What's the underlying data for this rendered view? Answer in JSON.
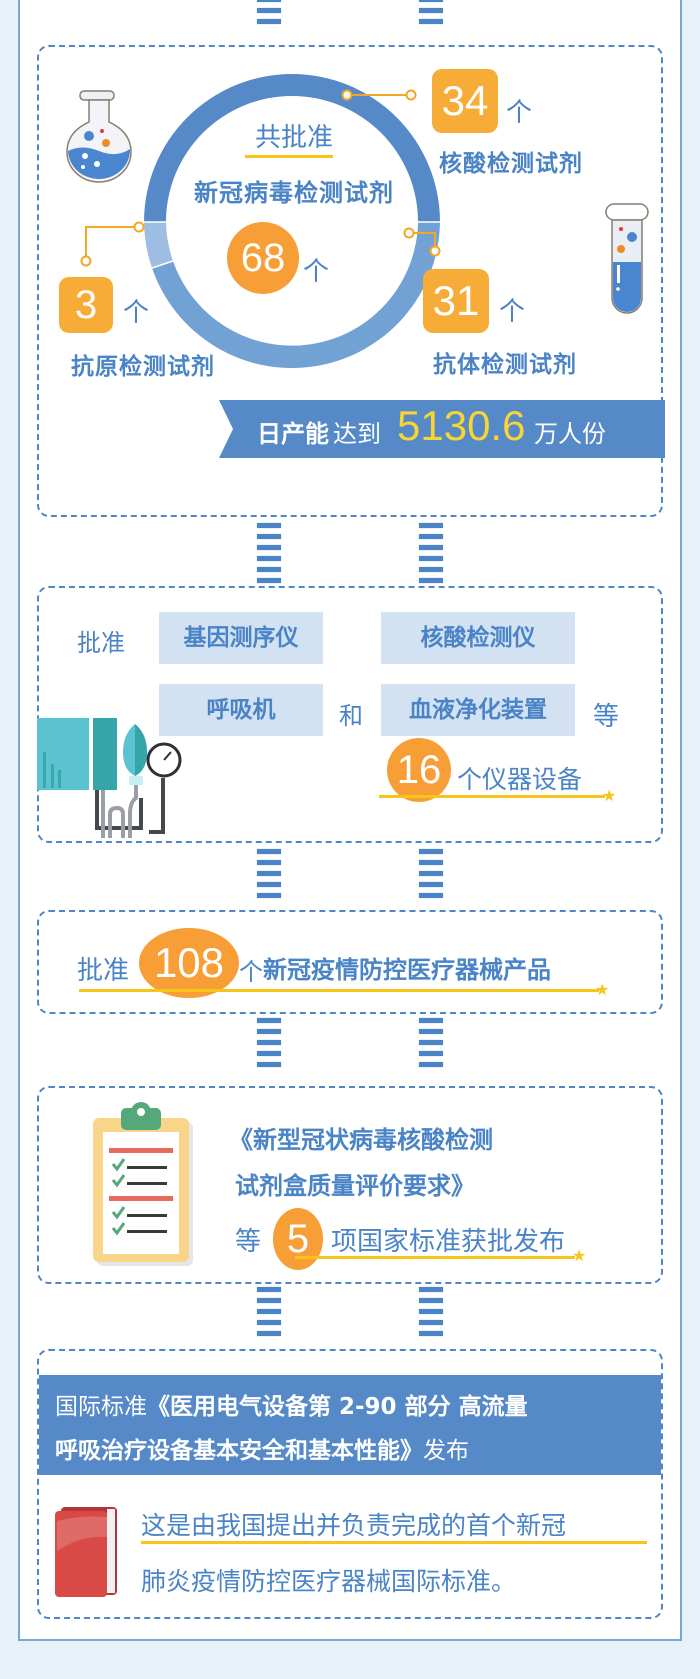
{
  "colors": {
    "background": "#e8f0f9",
    "primary_blue": "#4a84c6",
    "ring_dark": "#5589c8",
    "ring_light": "#72a2d3",
    "ring_pale": "#9dbde2",
    "orange": "#f8ac38",
    "orange_circle": "#f79e36",
    "yellow_accent": "#f5c518",
    "pill_bg": "#d3e2f2"
  },
  "section1": {
    "center": {
      "heading": "共批准",
      "title": "新冠病毒检测试剂",
      "total": "68",
      "unit": "个"
    },
    "items": [
      {
        "value": "34",
        "unit": "个",
        "label": "核酸检测试剂"
      },
      {
        "value": "3",
        "unit": "个",
        "label": "抗原检测试剂"
      },
      {
        "value": "31",
        "unit": "个",
        "label": "抗体检测试剂"
      }
    ],
    "banner": {
      "prefix_bold": "日产能",
      "prefix": "达到",
      "value": "5130.6",
      "suffix": "万人份"
    },
    "icons": {
      "flask": "flask-icon",
      "test_tube": "test-tube-icon"
    }
  },
  "section2": {
    "prefix": "批准",
    "devices": [
      "基因测序仪",
      "核酸检测仪",
      "呼吸机",
      "血液净化装置"
    ],
    "conjunction": "和",
    "suffix": "等",
    "count": "16",
    "count_label": "个仪器设备",
    "icon": "blood-pressure-monitor-icon"
  },
  "section3": {
    "prefix": "批准",
    "count": "108",
    "label_unit": "个",
    "label": "新冠疫情防控医疗器械产品"
  },
  "section4": {
    "title_line1": "《新型冠状病毒核酸检测",
    "title_line2": "试剂盒质量评价要求》",
    "prefix": "等",
    "count": "5",
    "suffix": "项国家标准获批发布",
    "icon": "clipboard-checklist-icon"
  },
  "section5": {
    "banner_line1_plain": "国际标准",
    "banner_line1_bold": "《医用电气设备第 2-90 部分 高流量",
    "banner_line2_bold": "呼吸治疗设备基本安全和基本性能》",
    "banner_line2_plain": "发布",
    "note_line1": "这是由我国提出并负责完成的首个新冠",
    "note_line2": "肺炎疫情防控医疗器械国际标准。",
    "icon": "red-book-icon"
  }
}
